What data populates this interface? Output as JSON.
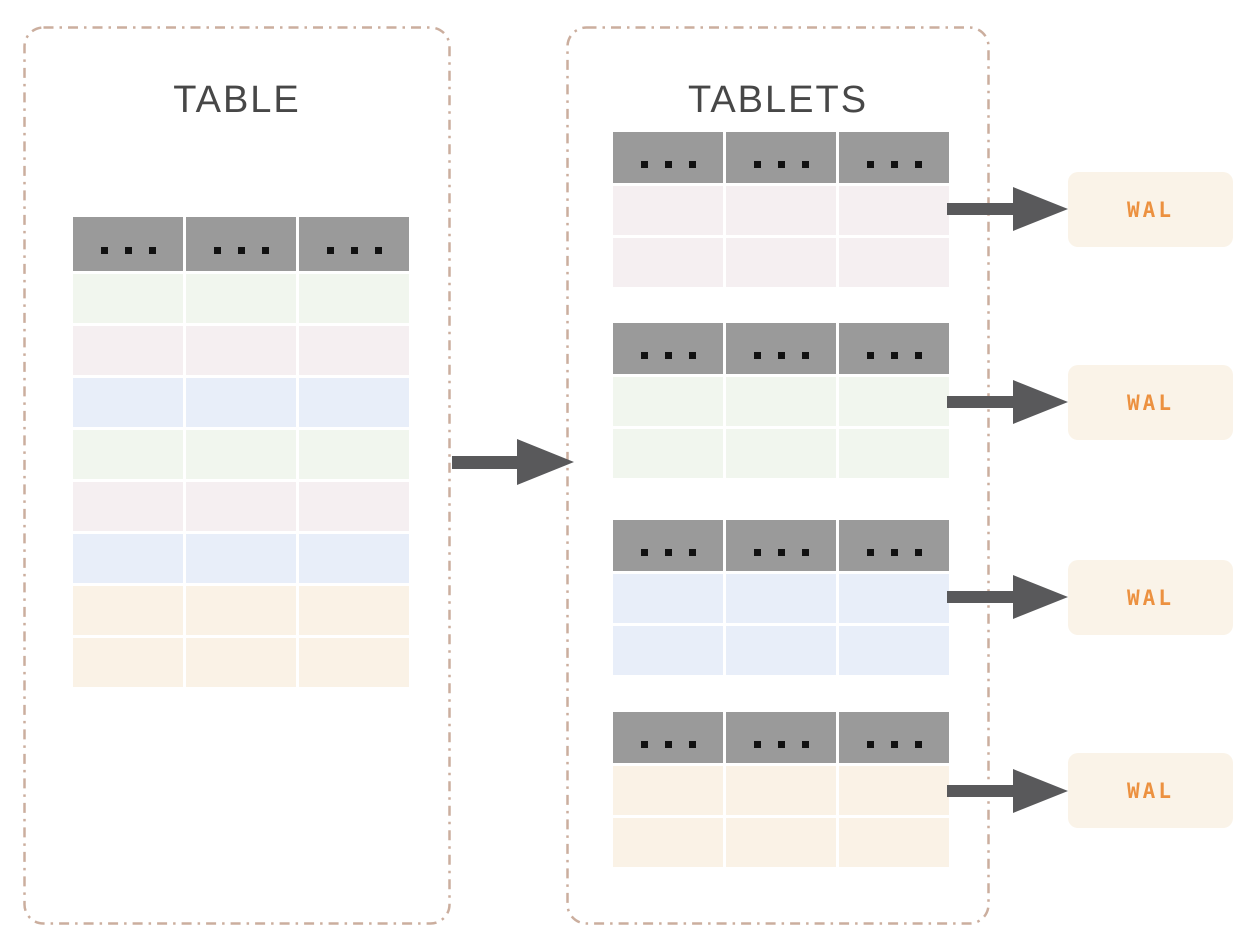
{
  "diagram": {
    "left_panel": {
      "title": "TABLE"
    },
    "right_panel": {
      "title": "TABLETS"
    },
    "colors": {
      "panel_border": "#CBAE9E",
      "title_text": "#474747",
      "header_gray": "#9A9A9A",
      "dot_black": "#111111",
      "arrow_gray": "#59595B",
      "wal_background": "#FAF3E8",
      "wal_text": "#EC9140",
      "row_green": "#F1F6EE",
      "row_pink": "#F5EFF1",
      "row_blue": "#E8EEF9",
      "row_orange": "#FAF2E6"
    },
    "main_table": {
      "columns": 3,
      "header_placeholder": "ellipsis",
      "rows": [
        "green",
        "pink",
        "blue",
        "green",
        "pink",
        "blue",
        "orange",
        "orange"
      ]
    },
    "tablets": [
      {
        "rows": [
          "pink",
          "pink"
        ],
        "wal_label": "WAL"
      },
      {
        "rows": [
          "green",
          "green"
        ],
        "wal_label": "WAL"
      },
      {
        "rows": [
          "blue",
          "blue"
        ],
        "wal_label": "WAL"
      },
      {
        "rows": [
          "orange",
          "orange"
        ],
        "wal_label": "WAL"
      }
    ]
  }
}
